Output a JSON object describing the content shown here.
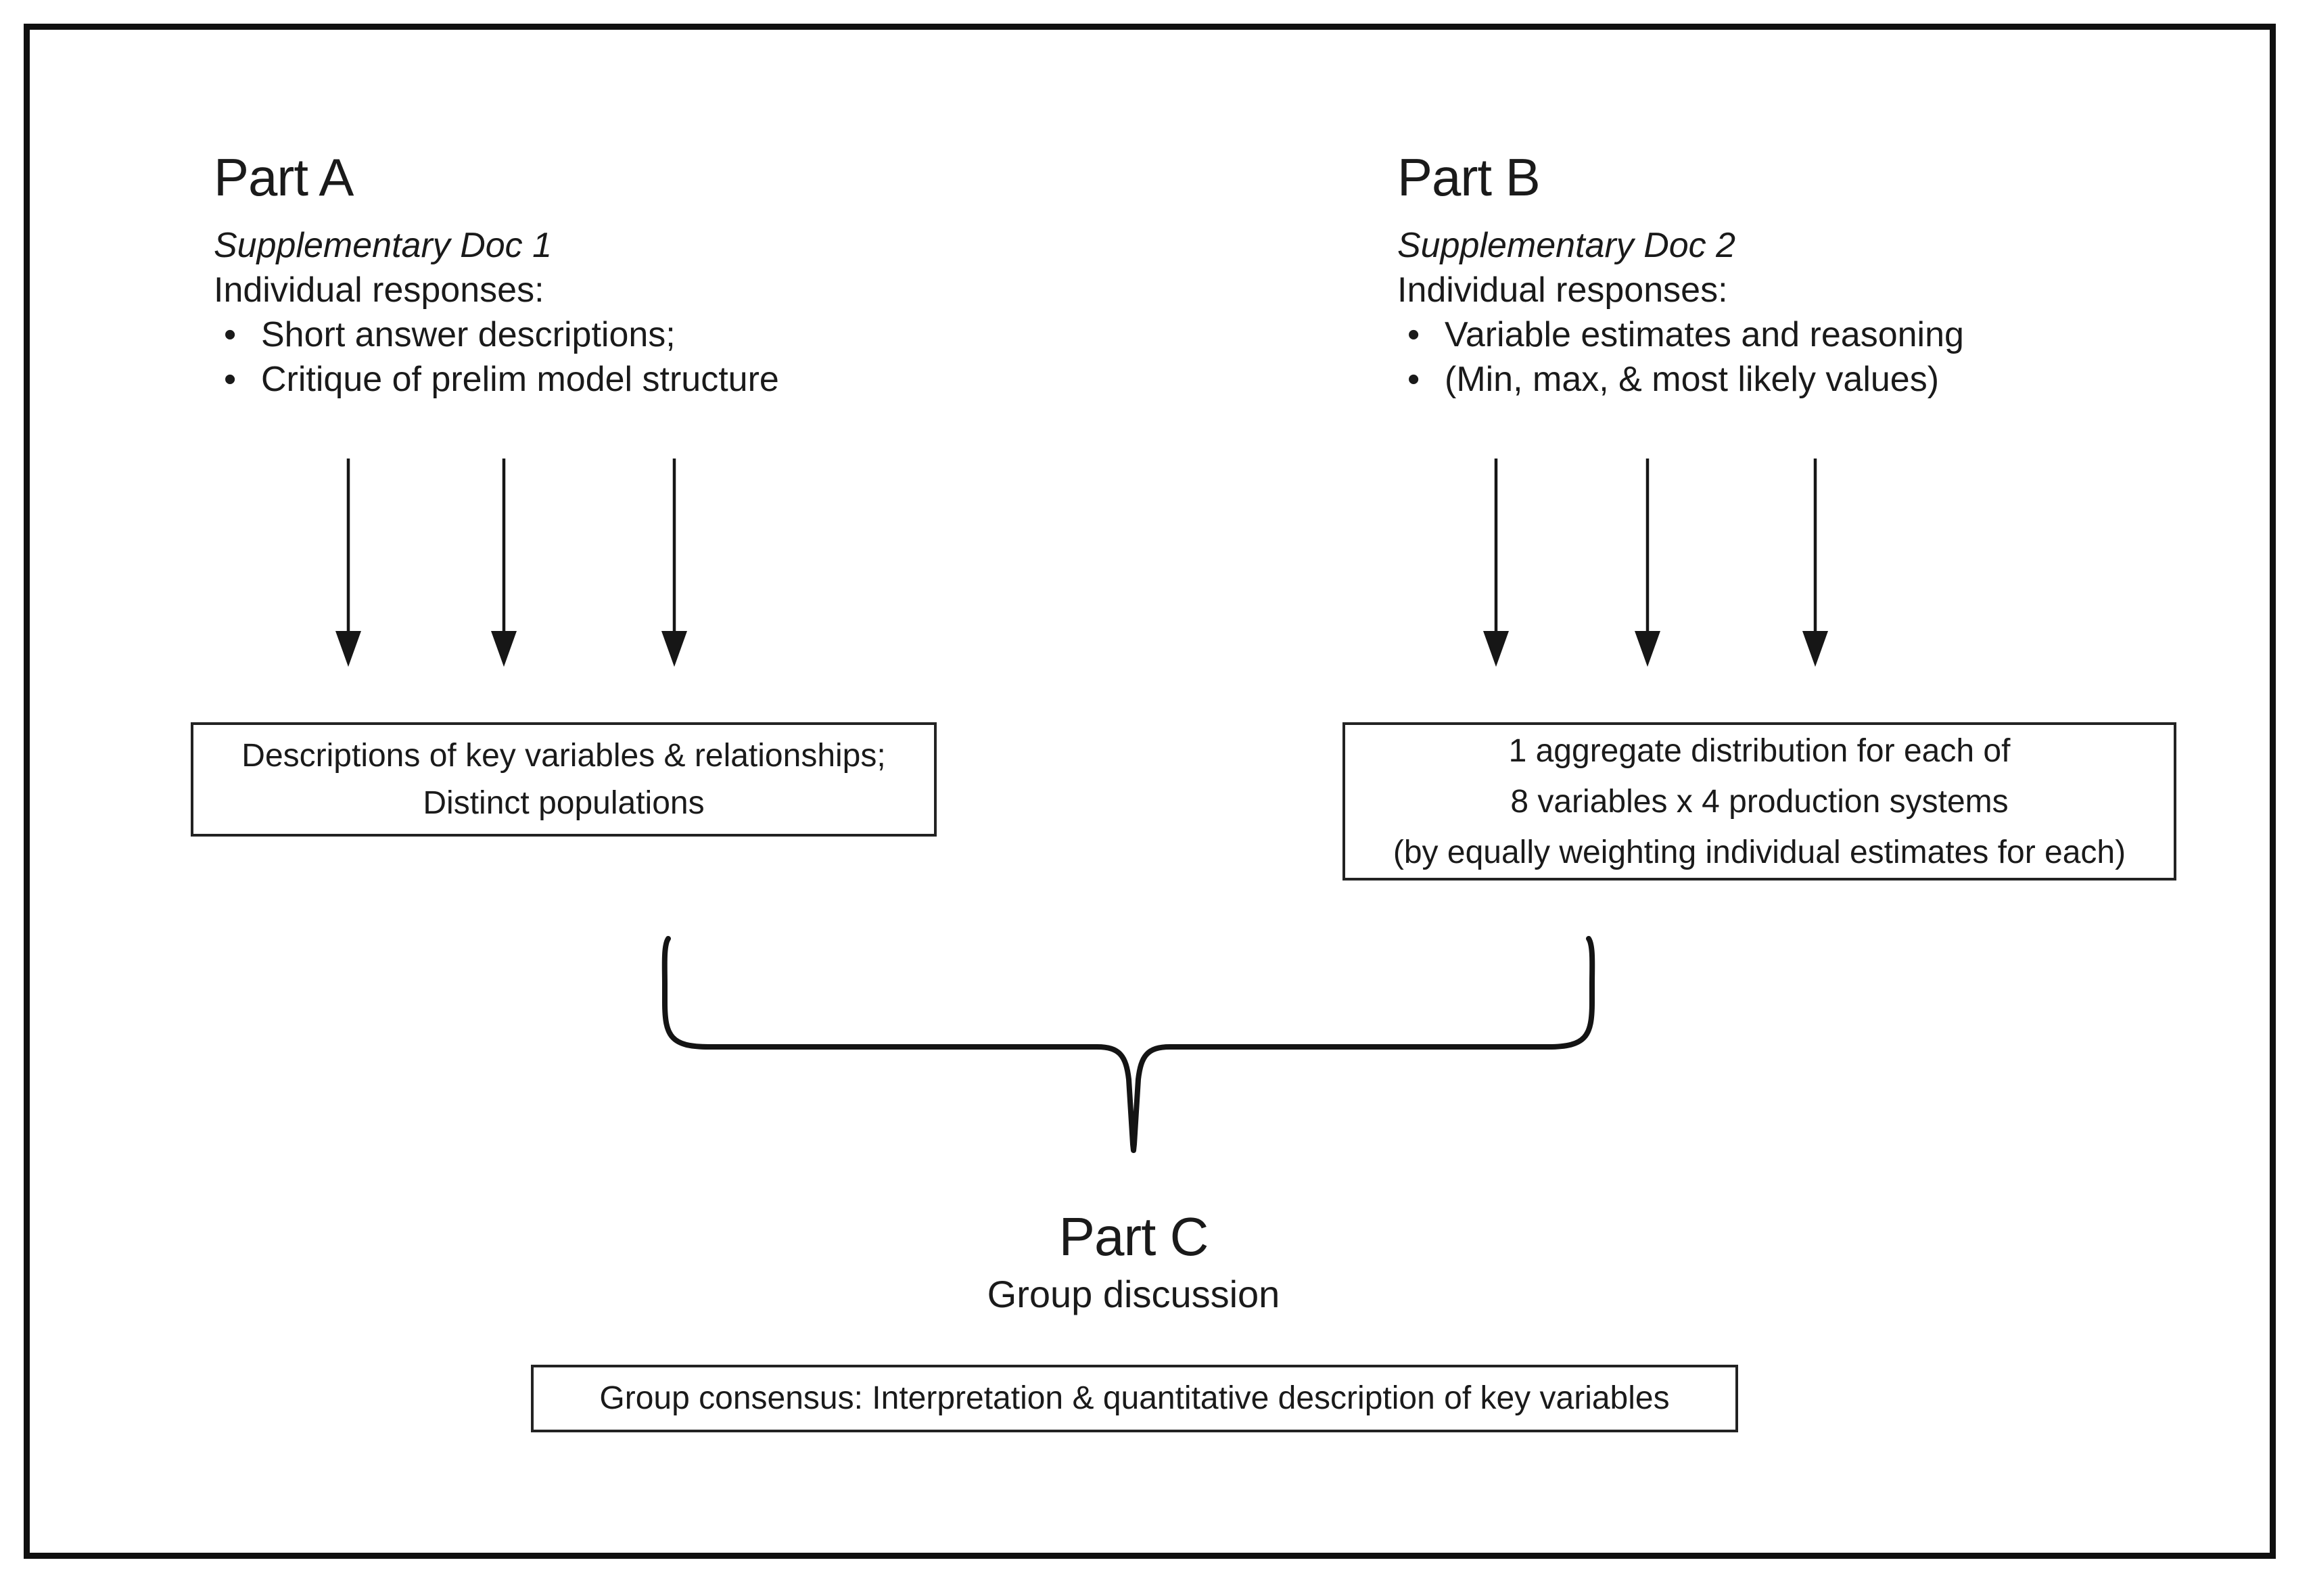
{
  "diagram": {
    "bullet_char": "•",
    "colors": {
      "ink": "#1a1a1a",
      "line": "#161616",
      "background": "#ffffff"
    },
    "part_a": {
      "title": "Part A",
      "subtitle": "Supplementary Doc 1",
      "intro": "Individual responses:",
      "bullets": [
        "Short answer descriptions;",
        "Critique of prelim model structure"
      ],
      "box_lines": [
        "Descriptions of key variables & relationships;",
        "Distinct populations"
      ]
    },
    "part_b": {
      "title": "Part B",
      "subtitle": "Supplementary Doc 2",
      "intro": "Individual responses:",
      "bullets": [
        "Variable estimates and reasoning",
        "(Min, max, & most likely values)"
      ],
      "box_lines": [
        "1 aggregate distribution for each of",
        "8 variables x 4 production systems",
        "(by equally weighting individual estimates for each)"
      ]
    },
    "part_c": {
      "title": "Part C",
      "subtitle": "Group discussion",
      "box_lines": [
        "Group consensus: Interpretation & quantitative description of key variables"
      ]
    }
  }
}
